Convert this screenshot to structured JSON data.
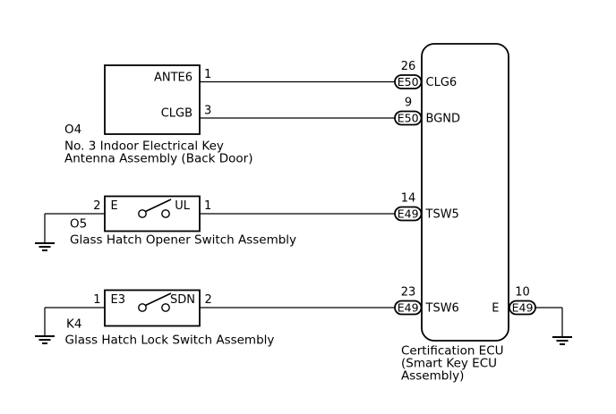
{
  "colors": {
    "line": "#000000",
    "background": "#ffffff",
    "text": "#000000"
  },
  "icons": {
    "ground": "earth-ground-symbol",
    "switch": "open-contact-switch-symbol"
  },
  "antenna": {
    "id": "O4",
    "name_line1": "No. 3 Indoor Electrical Key",
    "name_line2": "Antenna Assembly (Back Door)",
    "terminal1": "ANTE6",
    "pin1": "1",
    "terminal2": "CLGB",
    "pin2": "3"
  },
  "opener_switch": {
    "id": "O5",
    "name": "Glass Hatch Opener Switch Assembly",
    "left_pin": "2",
    "left_terminal": "E",
    "right_terminal": "UL",
    "right_pin": "1"
  },
  "lock_switch": {
    "id": "K4",
    "name": "Glass Hatch Lock Switch Assembly",
    "left_pin": "1",
    "left_terminal": "E3",
    "right_terminal": "SDN",
    "right_pin": "2"
  },
  "ecu": {
    "name_line1": "Certification ECU",
    "name_line2": "(Smart Key ECU",
    "name_line3": "Assembly)",
    "pins": [
      {
        "pin": "26",
        "connector": "E50",
        "label": "CLG6"
      },
      {
        "pin": "9",
        "connector": "E50",
        "label": "BGND"
      },
      {
        "pin": "14",
        "connector": "E49",
        "label": "TSW5"
      },
      {
        "pin": "23",
        "connector": "E49",
        "label": "TSW6"
      },
      {
        "pin": "10",
        "connector": "E49",
        "label": "E"
      }
    ]
  }
}
